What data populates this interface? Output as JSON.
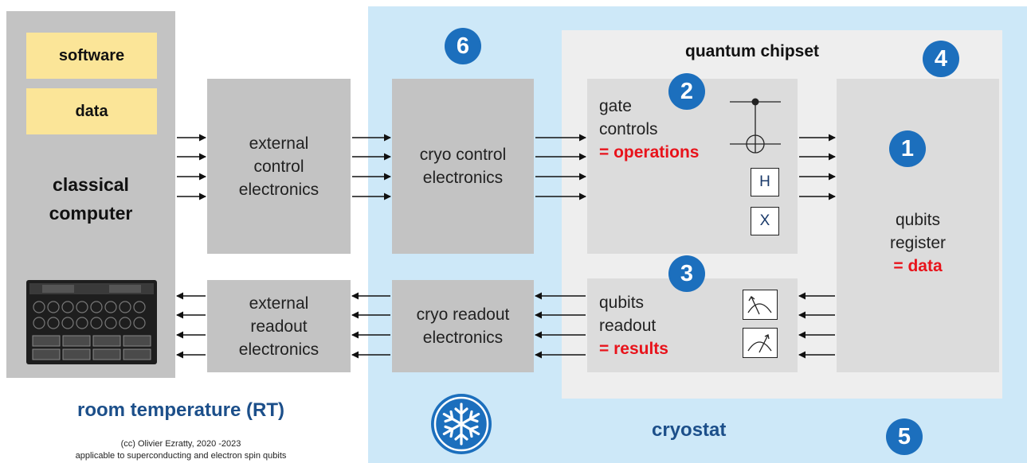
{
  "classical_computer": {
    "software": "software",
    "data": "data",
    "label_line1": "classical",
    "label_line2": "computer"
  },
  "boxes": {
    "ext_control": "external\ncontrol\nelectronics",
    "cryo_control": "cryo control\nelectronics",
    "ext_readout": "external\nreadout\nelectronics",
    "cryo_readout": "cryo readout\nelectronics"
  },
  "gate_controls": {
    "line1": "gate",
    "line2": "controls",
    "highlight": "= operations"
  },
  "qubits_readout": {
    "line1": "qubits",
    "line2": "readout",
    "highlight": "= results"
  },
  "qubits_register": {
    "line1": "qubits",
    "line2": "register",
    "highlight": "= data"
  },
  "gates": {
    "h": "H",
    "x": "X"
  },
  "labels": {
    "quantum_chipset": "quantum chipset",
    "cryostat": "cryostat",
    "room_temperature": "room temperature (RT)",
    "credit_line1": "(cc) Olivier Ezratty, 2020 -2023",
    "credit_line2": "applicable to superconducting and electron spin qubits"
  },
  "badges": {
    "b1": "1",
    "b2": "2",
    "b3": "3",
    "b4": "4",
    "b5": "5",
    "b6": "6"
  },
  "colors": {
    "cryostat_bg": "#cde8f8",
    "chipset_bg": "#eeeeee",
    "box_gray": "#c3c3c3",
    "badge_blue": "#1c6fbd",
    "highlight_red": "#e8131b",
    "title_blue": "#1c4f8a"
  },
  "icons": {
    "snowflake": "snowflake-icon",
    "server": "server-rack-image"
  }
}
